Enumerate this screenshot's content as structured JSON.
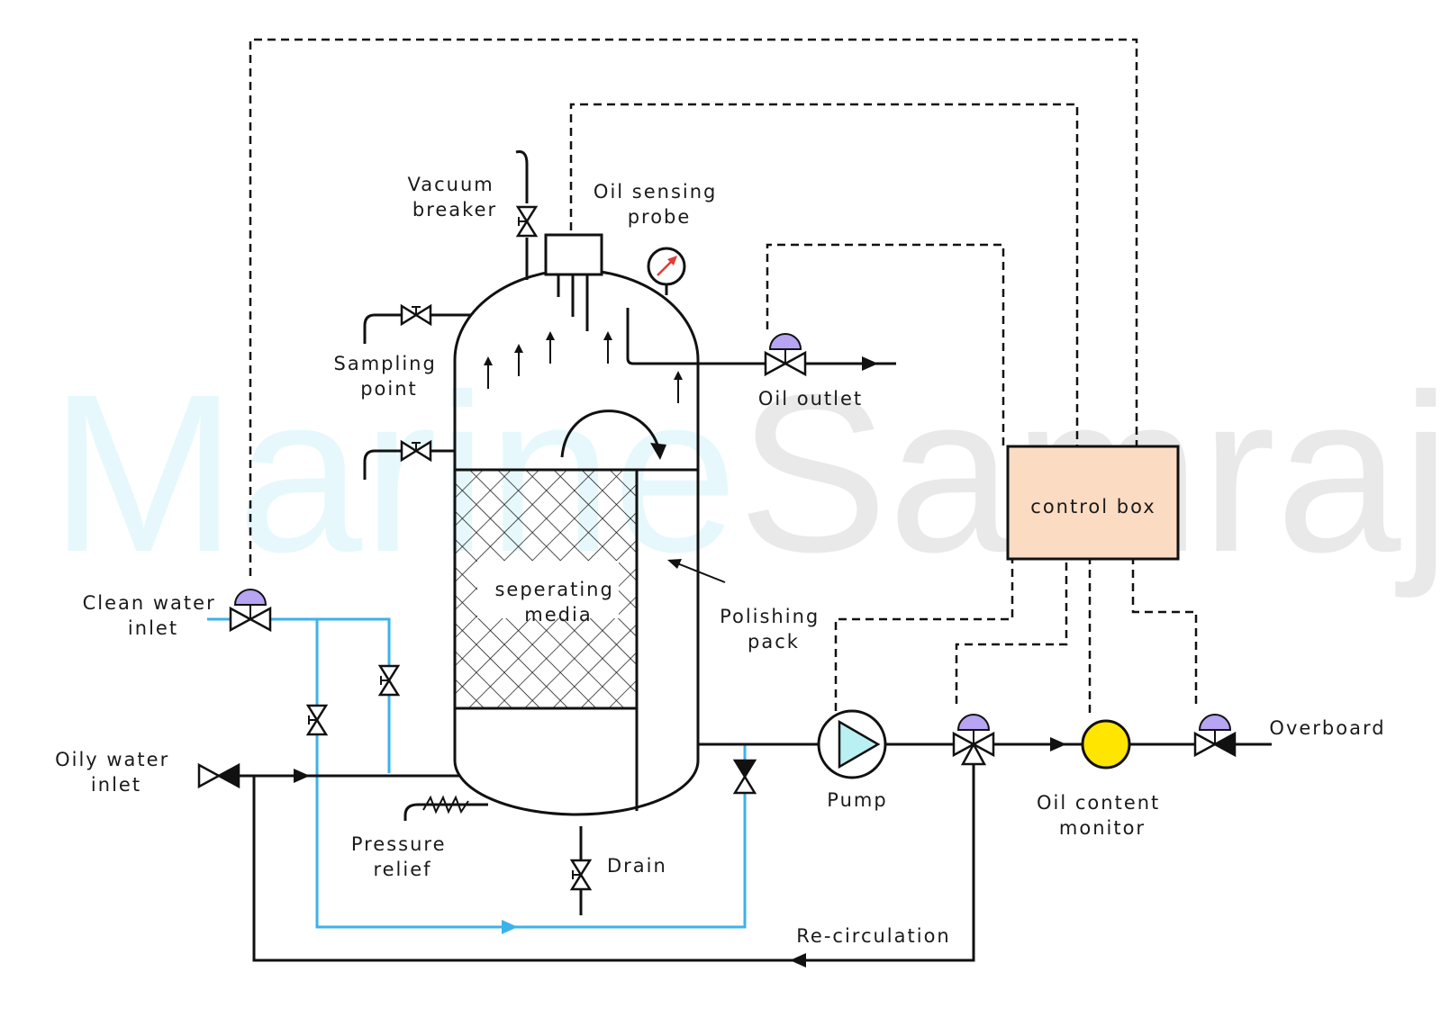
{
  "watermark": {
    "part1": "Marine",
    "part2": "Samraj"
  },
  "labels": {
    "vacuum_breaker": [
      "Vacuum",
      "breaker"
    ],
    "oil_sensing_probe": [
      "Oil sensing",
      "probe"
    ],
    "sampling_point": [
      "Sampling",
      "point"
    ],
    "oil_outlet": "Oil outlet",
    "control_box": "control box",
    "clean_water_inlet": [
      "Clean water",
      "inlet"
    ],
    "separating_media": [
      "seperating",
      "media"
    ],
    "polishing_pack": [
      "Polishing",
      "pack"
    ],
    "oily_water_inlet": [
      "Oily water",
      "inlet"
    ],
    "pump": "Pump",
    "oil_content_monitor": [
      "Oil content",
      "monitor"
    ],
    "overboard": "Overboard",
    "pressure_relief": [
      "Pressure",
      "relief"
    ],
    "drain": "Drain",
    "recirculation": "Re-circulation"
  },
  "colors": {
    "clean_water_line": "#3bb2ec",
    "actuator": "#b7a4f2",
    "control_box_fill": "#fbdcc3",
    "monitor": "#ffe500",
    "pump_triangle": "#b9f0f3",
    "gauge_needle": "#e53935",
    "watermark_cyan": "#e6f8fc",
    "watermark_gray": "#e9e9e9"
  }
}
